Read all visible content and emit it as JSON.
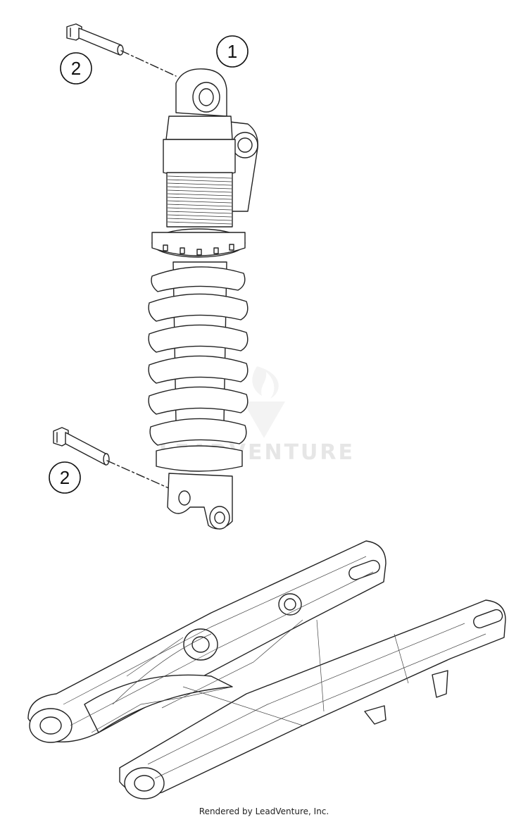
{
  "callouts": {
    "shock_absorber": "1",
    "bolt_top": "2",
    "bolt_bottom": "2"
  },
  "watermark": {
    "brand": "LEADVENTURE"
  },
  "footer": {
    "credit": "Rendered by LeadVenture, Inc."
  }
}
